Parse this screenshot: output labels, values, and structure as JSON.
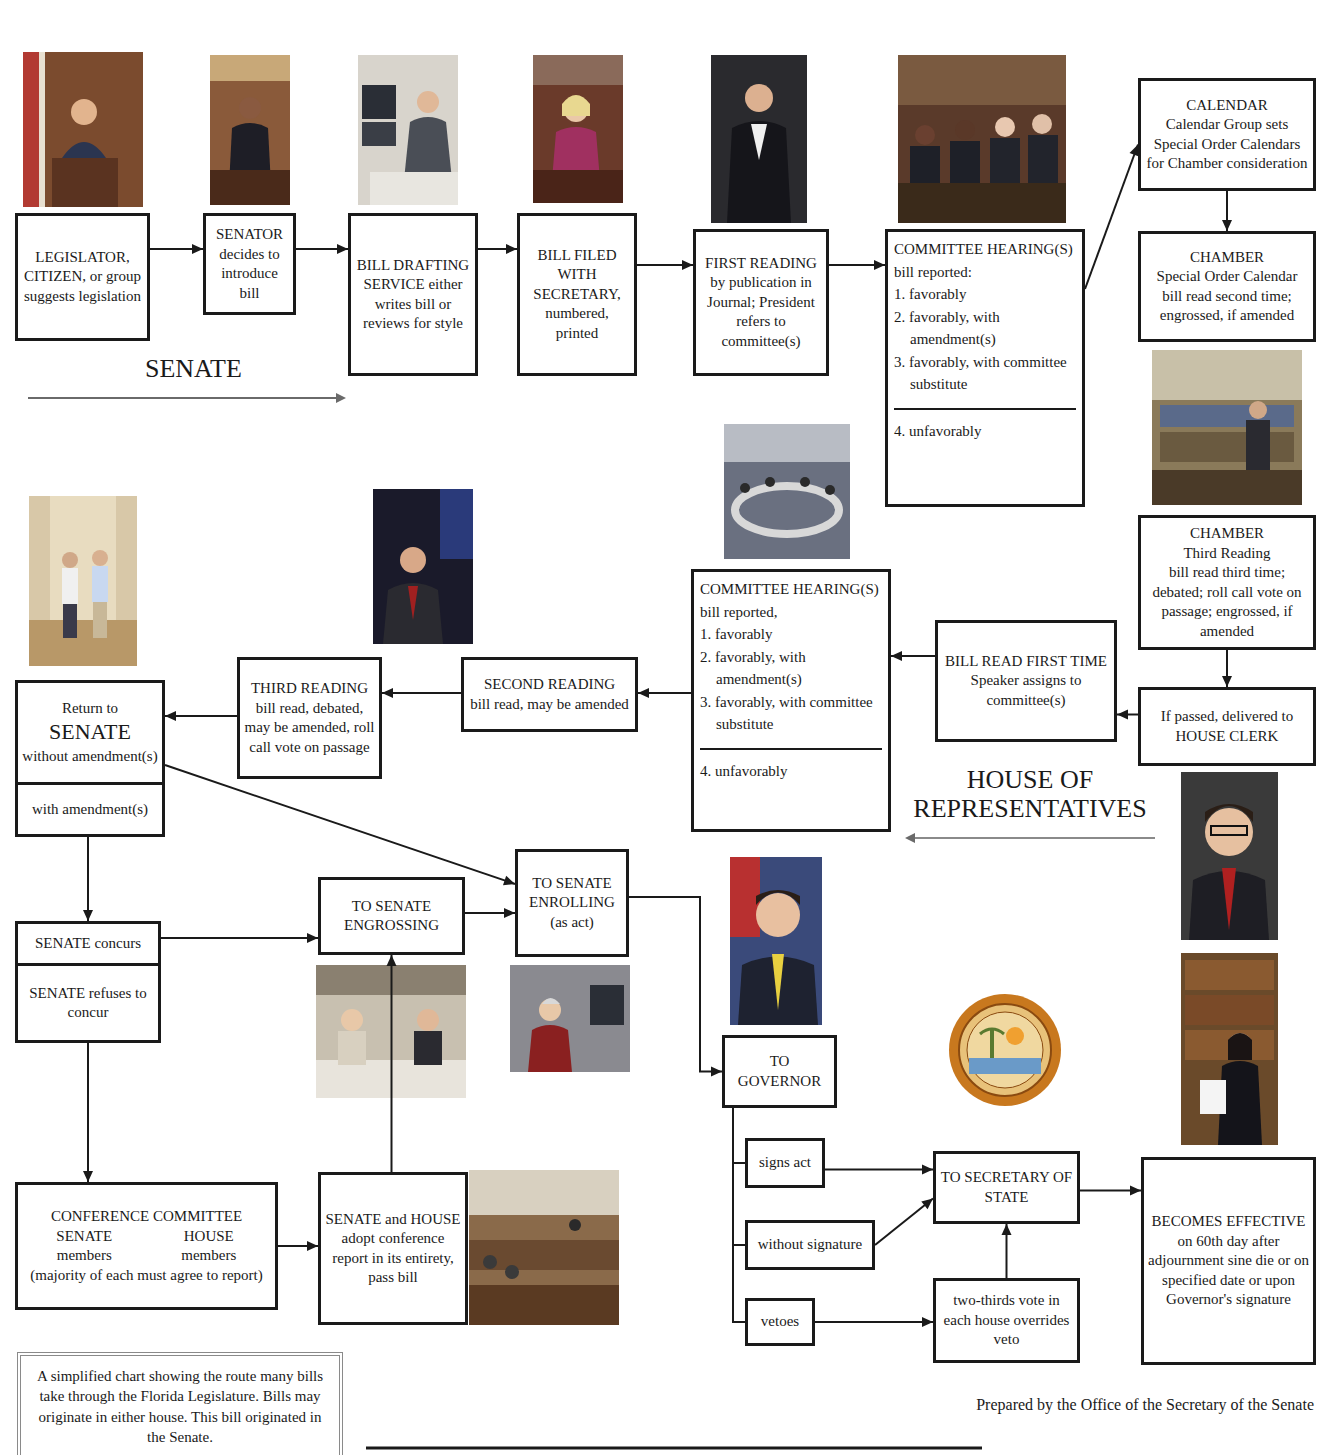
{
  "diagram": {
    "caption": "A simplified chart showing the route many bills take through the Florida Legislature. Bills may originate in either house. This bill originated in the Senate.",
    "nodes": [
      {
        "text": [
          "LEGISLATOR, CITIZEN, or group suggests legislation"
        ]
      },
      {
        "text": [
          "SENATOR decides to introduce bill"
        ]
      },
      {
        "text": [
          "BILL DRAFTING SERVICE either writes bill or reviews for style"
        ]
      },
      {
        "text": [
          "BILL FILED WITH SECRETARY, numbered, printed"
        ]
      },
      {
        "text": [
          "FIRST READING by publication in Journal; President refers to committee(s)"
        ]
      },
      {
        "text": [
          "COMMITTEE HEARING(S)",
          "bill reported:",
          "1. favorably",
          "2. favorably, with amendment(s)",
          "3. favorably, with committee substitute",
          "4. unfavorably"
        ]
      },
      {
        "text": [
          "CALENDAR",
          "Calendar Group sets Special Order Calendars for Chamber consideration"
        ]
      },
      {
        "text": [
          "CHAMBER",
          "Special Order Calendar bill read second time; engrossed, if amended"
        ]
      },
      {
        "text": [
          "CHAMBER",
          "Third Reading",
          "bill read third time; debated; roll call vote on passage; engrossed, if amended"
        ]
      },
      {
        "text": [
          "If passed, delivered to HOUSE CLERK"
        ]
      },
      {
        "text": [
          "BILL READ FIRST TIME",
          "Speaker assigns to committee(s)"
        ]
      },
      {
        "text": [
          "COMMITTEE HEARING(S)",
          "bill reported,",
          "1. favorably",
          "2. favorably, with amendment(s)",
          "3. favorably, with committee substitute",
          "4. unfavorably"
        ]
      },
      {
        "text": [
          "SECOND READING",
          "bill read, may be amended"
        ]
      },
      {
        "text": [
          "THIRD READING",
          "bill read, debated, may be amended, roll call vote on passage"
        ]
      },
      {
        "text": [
          "Return to",
          "SENATE",
          "without amendment(s)"
        ]
      },
      {
        "text": [
          "with amendment(s)"
        ]
      },
      {
        "text": [
          "SENATE concurs"
        ]
      },
      {
        "text": [
          "SENATE refuses to concur"
        ]
      },
      {
        "text": [
          "TO SENATE ENGROSSING"
        ]
      },
      {
        "text": [
          "TO SENATE ENROLLING (as act)"
        ]
      },
      {
        "text": [
          "CONFERENCE COMMITTEE",
          "SENATE members",
          "HOUSE members",
          "(majority of each must agree to report)"
        ]
      },
      {
        "text": [
          "SENATE and HOUSE adopt conference report in its entirety, pass bill"
        ]
      },
      {
        "text": [
          "TO GOVERNOR"
        ]
      },
      {
        "text": [
          "signs act"
        ]
      },
      {
        "text": [
          "without signature"
        ]
      },
      {
        "text": [
          "vetoes"
        ]
      },
      {
        "text": [
          "TO SECRETARY OF STATE"
        ]
      },
      {
        "text": [
          "two-thirds vote in each house overrides veto"
        ]
      },
      {
        "text": [
          "BECOMES EFFECTIVE",
          "on 60th day after adjournment sine die or on specified date or upon Governor's signature"
        ]
      }
    ],
    "edges": [
      {
        "from": 0,
        "to": 1,
        "arrow": "to"
      },
      {
        "from": 1,
        "to": 2,
        "arrow": "to"
      },
      {
        "from": 2,
        "to": 3,
        "arrow": "to"
      },
      {
        "from": 3,
        "to": 4,
        "arrow": "to"
      },
      {
        "from": 4,
        "to": 5,
        "arrow": "to"
      },
      {
        "from": 5,
        "to": 6,
        "arrow": "to"
      },
      {
        "from": 6,
        "to": 7,
        "arrow": "to"
      },
      {
        "from": 8,
        "to": 9,
        "arrow": "to"
      },
      {
        "from": 9,
        "to": 10,
        "arrow": "to"
      },
      {
        "from": 10,
        "to": 11,
        "arrow": "to"
      },
      {
        "from": 11,
        "to": 12,
        "arrow": "to"
      },
      {
        "from": 12,
        "to": 13,
        "arrow": "to"
      },
      {
        "from": 13,
        "to": 14,
        "arrow": "to"
      },
      {
        "from": 14,
        "to": 19,
        "arrow": "to"
      },
      {
        "from": 15,
        "to": 16,
        "arrow": "to"
      },
      {
        "from": 16,
        "to": 18,
        "arrow": "to"
      },
      {
        "from": 18,
        "to": 19,
        "arrow": "to"
      },
      {
        "from": 17,
        "to": 20,
        "arrow": "to"
      },
      {
        "from": 20,
        "to": 21,
        "arrow": "to"
      },
      {
        "from": 21,
        "to": 18,
        "arrow": "to"
      },
      {
        "from": 19,
        "to": 22,
        "arrow": "to"
      },
      {
        "from": 22,
        "to": 23,
        "arrow": "none"
      },
      {
        "from": 22,
        "to": 24,
        "arrow": "none"
      },
      {
        "from": 22,
        "to": 25,
        "arrow": "none"
      },
      {
        "from": 23,
        "to": 26,
        "arrow": "to"
      },
      {
        "from": 24,
        "to": 26,
        "arrow": "to"
      },
      {
        "from": 25,
        "to": 27,
        "arrow": "to"
      },
      {
        "from": 27,
        "to": 26,
        "arrow": "to"
      },
      {
        "from": 26,
        "to": 28,
        "arrow": "to"
      }
    ],
    "labels": [
      "SENATE",
      "HOUSE OF REPRESENTATIVES",
      "Prepared by the Office of the Secretary of the Senate"
    ]
  }
}
